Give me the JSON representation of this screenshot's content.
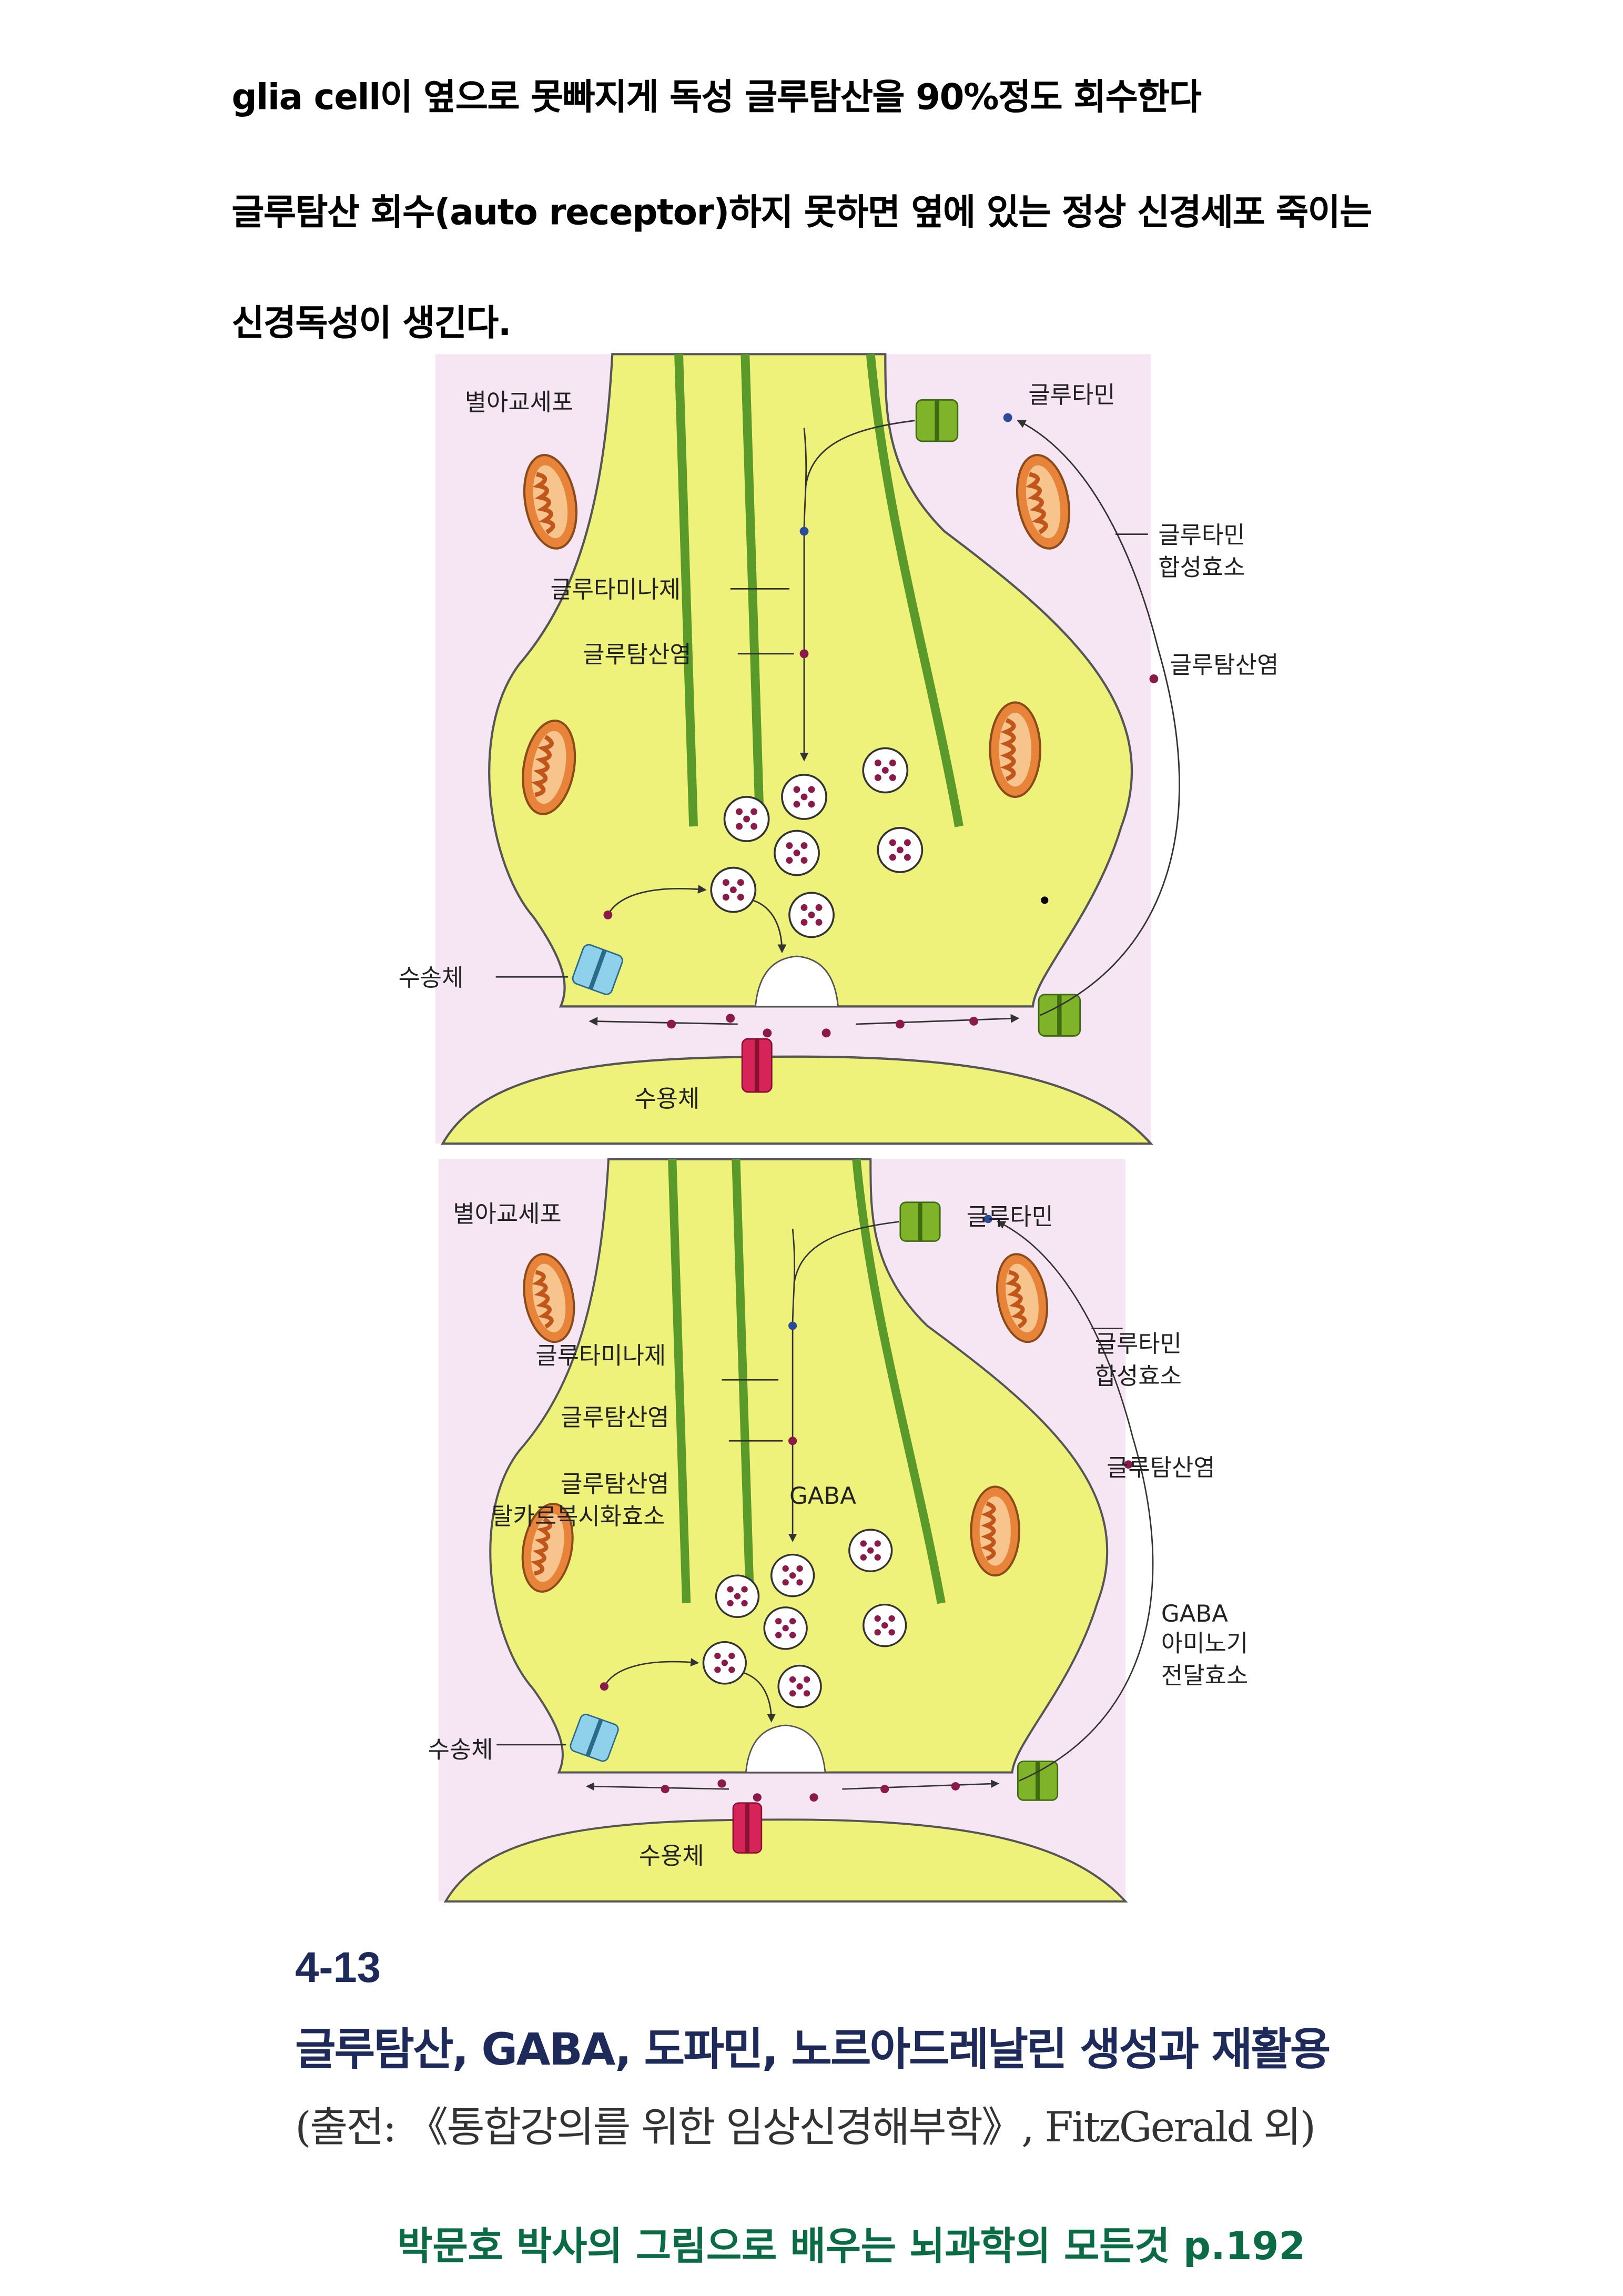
{
  "intro": {
    "line1": "glia cell이  옆으로 못빠지게 독성 글루탐산을 90%정도 회수한다",
    "line2": "글루탐산 회수(auto receptor)하지 못하면  옆에 있는 정상 신경세포 죽이는",
    "line3": "신경독성이 생긴다."
  },
  "figure_top": {
    "astrocyte": "별아교세포",
    "glutamine": "글루타민",
    "glutamine_synthetase": [
      "글루타민",
      "합성효소"
    ],
    "glutaminase": "글루타미나제",
    "glutamate_left": "글루탐산염",
    "glutamate_right": "글루탐산염",
    "transporter": "수송체",
    "receptor": "수용체"
  },
  "figure_bottom": {
    "astrocyte": "별아교세포",
    "glutamine": "글루타민",
    "glutamine_synthetase": [
      "글루타민",
      "합성효소"
    ],
    "glutaminase": "글루타미나제",
    "glutamate_left": "글루탐산염",
    "gad": [
      "글루탐산염",
      "탈카르복시화효소"
    ],
    "gaba": "GABA",
    "glutamate_right": "글루탐산염",
    "gaba_transaminase": [
      "GABA",
      "아미노기",
      "전달효소"
    ],
    "transporter": "수송체",
    "receptor": "수용체"
  },
  "caption": {
    "number": "4-13",
    "title": "글루탐산, GABA, 도파민, 노르아드레날린 생성과 재활용",
    "source": "(출전: 《통합강의를 위한 임상신경해부학》, FitzGerald 외)"
  },
  "footer": "박문호 박사의 그림으로 배우는 뇌과학의 모든것 p.192",
  "colors": {
    "pink_bg": "#f6e6f3",
    "neuron": "#eef27a",
    "mito": "#e8843a",
    "vesicle_dot": "#8a1a4a",
    "caption_navy": "#1d2a5a",
    "footer_green": "#0b6b45"
  }
}
